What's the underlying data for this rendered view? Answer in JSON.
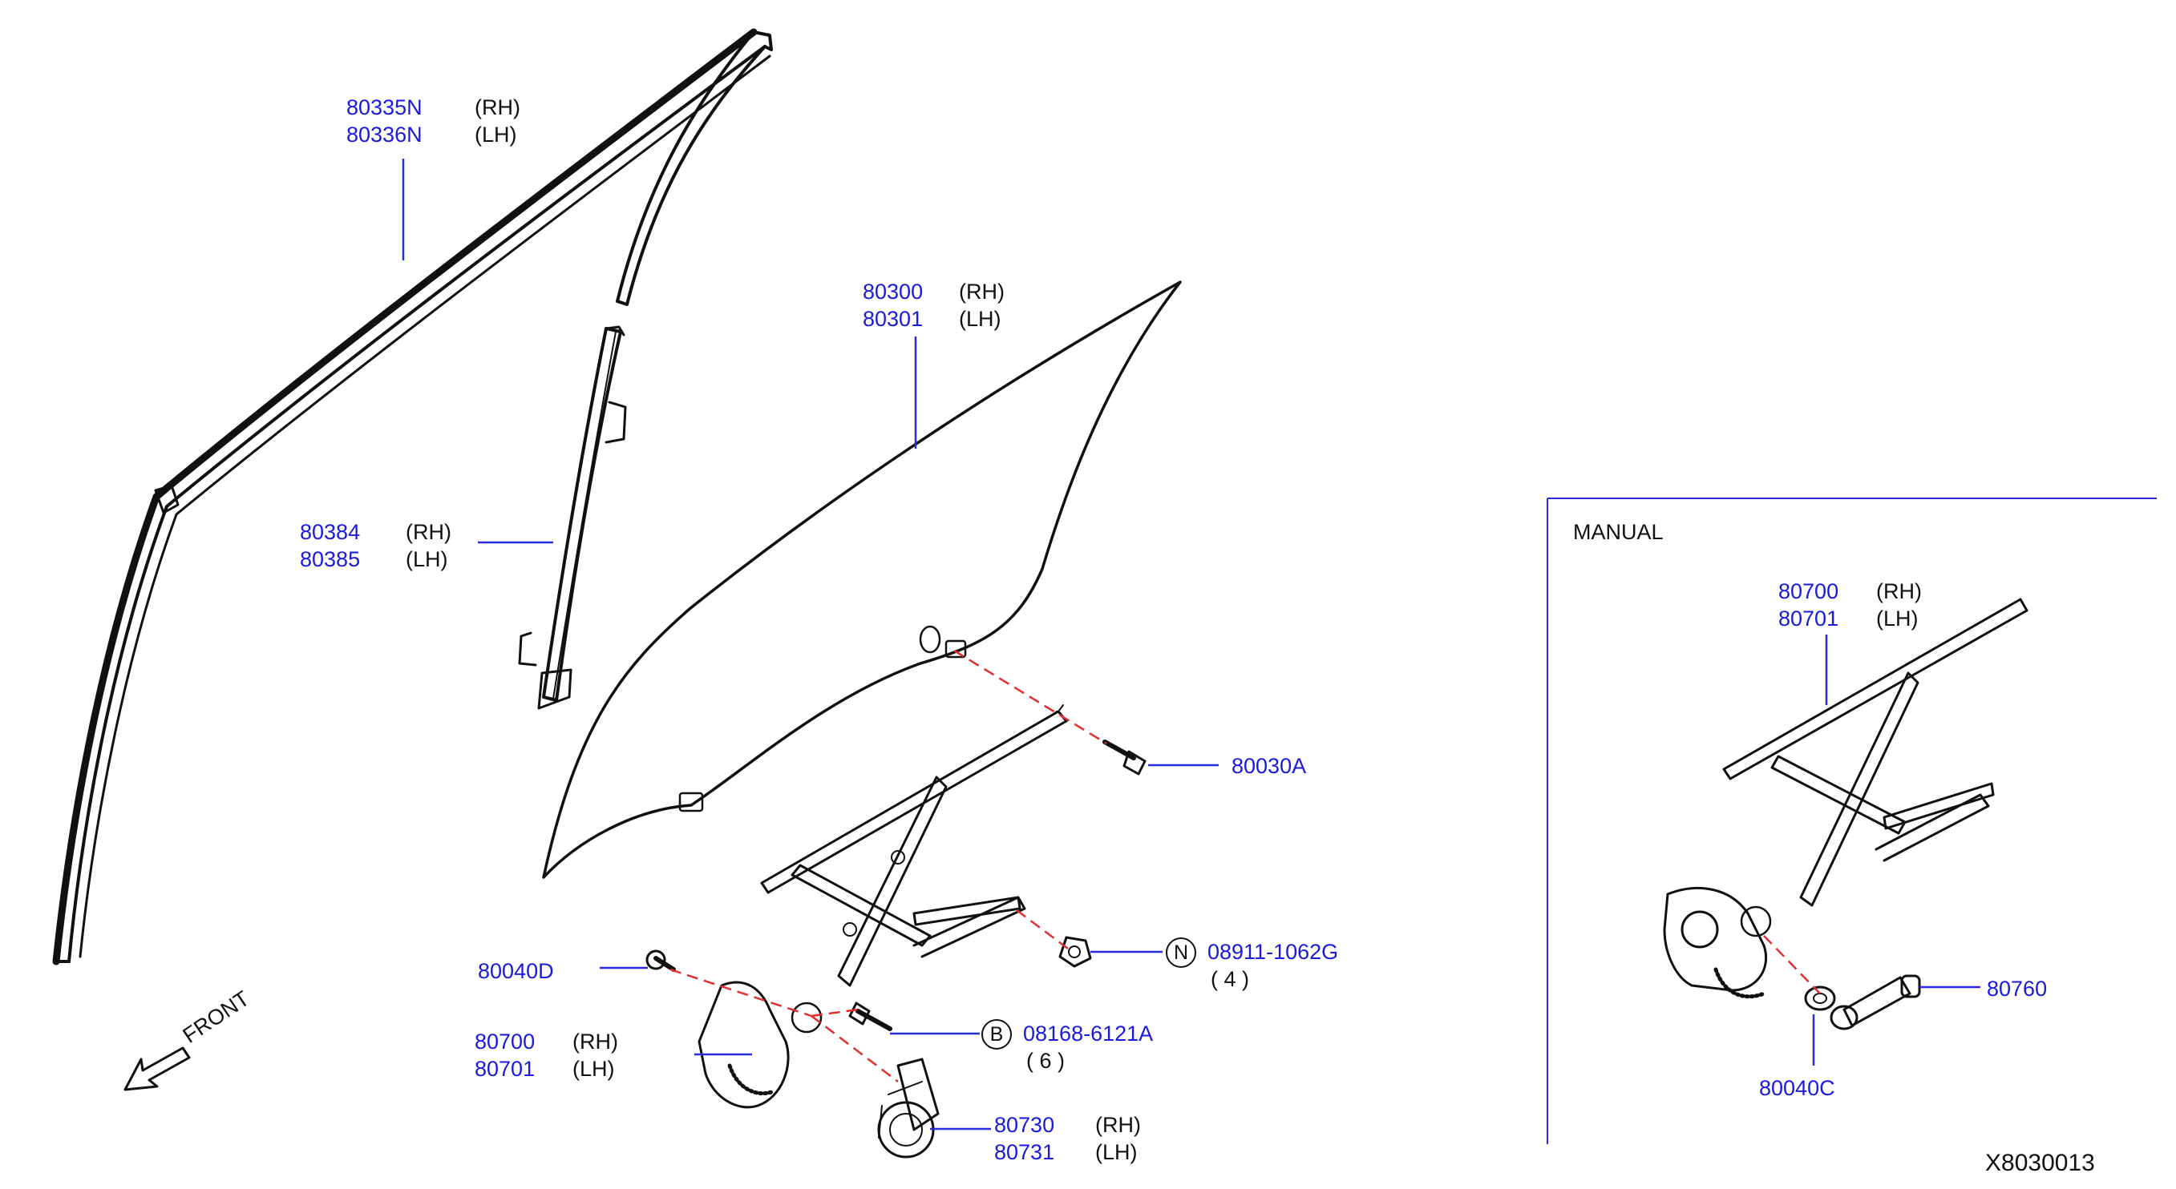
{
  "colors": {
    "part_number": "#1a1adf",
    "leader": "#2a2ae0",
    "drawing": "#111111",
    "dashed": "#e03030",
    "text": "#111111"
  },
  "labels": {
    "p80335n": "80335N",
    "p80335n_side": "(RH)",
    "p80336n": "80336N",
    "p80336n_side": "(LH)",
    "p80300": "80300",
    "p80300_side": "(RH)",
    "p80301": "80301",
    "p80301_side": "(LH)",
    "p80384": "80384",
    "p80384_side": "(RH)",
    "p80385": "80385",
    "p80385_side": "(LH)",
    "p80030a": "80030A",
    "p80040d": "80040D",
    "p08911": "08911-1062G",
    "p08911_marker": "N",
    "p08911_qty": "(  4  )",
    "p08168": "08168-6121A",
    "p08168_marker": "B",
    "p08168_qty": "(  6  )",
    "p80700": "80700",
    "p80700_side": "(RH)",
    "p80701": "80701",
    "p80701_side": "(LH)",
    "p80730": "80730",
    "p80730_side": "(RH)",
    "p80731": "80731",
    "p80731_side": "(LH)",
    "front": "FRONT"
  },
  "manual_box": {
    "title": "MANUAL",
    "p80700": "80700",
    "p80700_side": "(RH)",
    "p80701": "80701",
    "p80701_side": "(LH)",
    "p80760": "80760",
    "p80040c": "80040C"
  },
  "diagram_code": "X8030013"
}
